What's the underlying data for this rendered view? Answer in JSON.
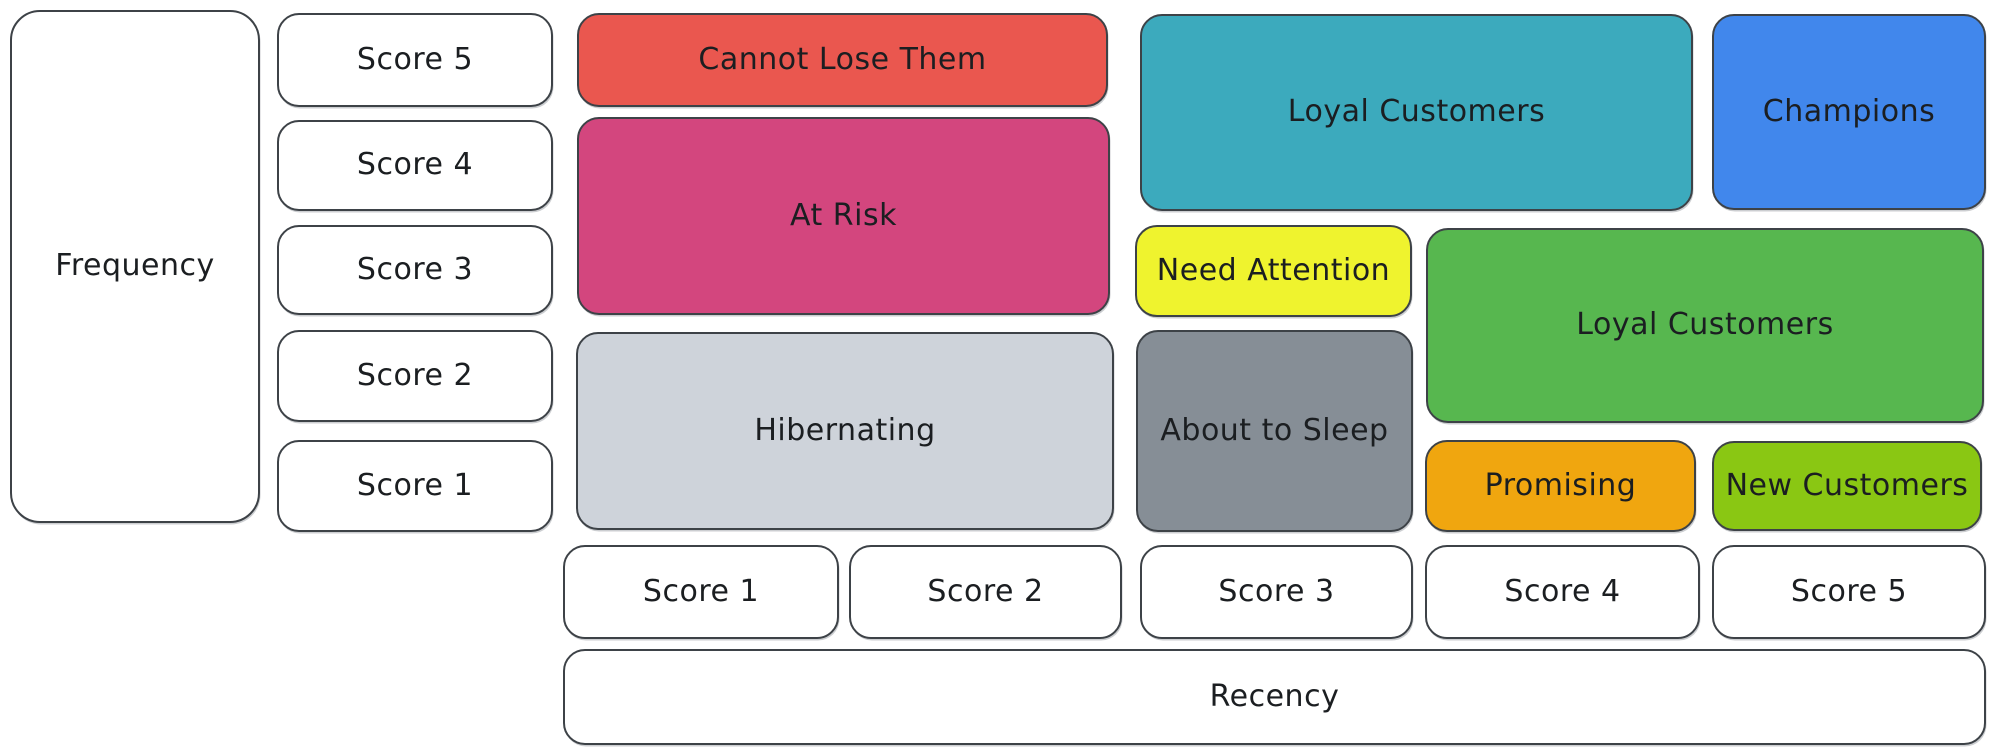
{
  "axes": {
    "frequency": {
      "label": "Frequency",
      "scores": [
        "Score 5",
        "Score 4",
        "Score 3",
        "Score 2",
        "Score 1"
      ]
    },
    "recency": {
      "label": "Recency",
      "scores": [
        "Score 1",
        "Score 2",
        "Score 3",
        "Score 4",
        "Score 5"
      ]
    }
  },
  "segments": [
    {
      "name": "cannot-lose-them",
      "label": "Cannot Lose Them",
      "color": "#ea574f",
      "frequency_scores": [
        5
      ],
      "recency_scores": [
        1,
        2
      ]
    },
    {
      "name": "at-risk",
      "label": "At Risk",
      "color": "#d3467e",
      "frequency_scores": [
        3,
        4
      ],
      "recency_scores": [
        1,
        2
      ]
    },
    {
      "name": "hibernating",
      "label": "Hibernating",
      "color": "#ced3da",
      "frequency_scores": [
        1,
        2
      ],
      "recency_scores": [
        1,
        2
      ]
    },
    {
      "name": "loyal-customers-upper",
      "label": "Loyal Customers",
      "color": "#3caabd",
      "frequency_scores": [
        4,
        5
      ],
      "recency_scores": [
        3,
        4
      ]
    },
    {
      "name": "champions",
      "label": "Champions",
      "color": "#4187ec",
      "frequency_scores": [
        4,
        5
      ],
      "recency_scores": [
        5
      ]
    },
    {
      "name": "need-attention",
      "label": "Need Attention",
      "color": "#eff32e",
      "frequency_scores": [
        3
      ],
      "recency_scores": [
        3
      ]
    },
    {
      "name": "loyal-customers-lower",
      "label": "Loyal Customers",
      "color": "#57b74f",
      "frequency_scores": [
        2,
        3
      ],
      "recency_scores": [
        4,
        5
      ]
    },
    {
      "name": "about-to-sleep",
      "label": "About to Sleep",
      "color": "#868e96",
      "frequency_scores": [
        1,
        2
      ],
      "recency_scores": [
        3
      ]
    },
    {
      "name": "promising",
      "label": "Promising",
      "color": "#f0a60f",
      "frequency_scores": [
        1
      ],
      "recency_scores": [
        4
      ]
    },
    {
      "name": "new-customers",
      "label": "New Customers",
      "color": "#8ac713",
      "frequency_scores": [
        1
      ],
      "recency_scores": [
        5
      ]
    }
  ],
  "colors": {
    "outline": "#3d4247",
    "text": "#1b1e21",
    "background": "#ffffff"
  }
}
